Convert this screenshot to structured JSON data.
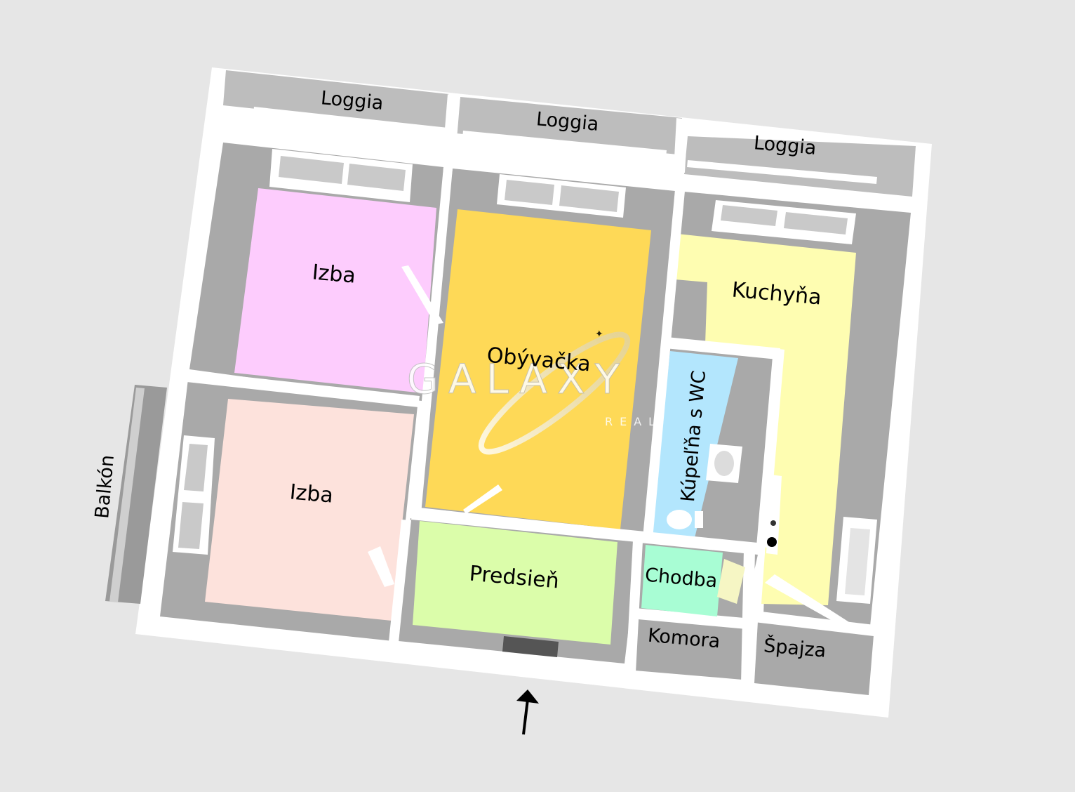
{
  "plan": {
    "rooms": [
      {
        "id": "izba-1",
        "label": "Izba",
        "color": "#fdccfd"
      },
      {
        "id": "izba-2",
        "label": "Izba",
        "color": "#fde2dc"
      },
      {
        "id": "obyvacka",
        "label": "Obývačka",
        "color": "#fed957"
      },
      {
        "id": "kuchyna",
        "label": "Kuchyňa",
        "color": "#fefdb1"
      },
      {
        "id": "kupelna",
        "label": "Kúpeľňa s WC",
        "color": "#b3e6fd"
      },
      {
        "id": "predsien",
        "label": "Predsieň",
        "color": "#dbfdaa"
      },
      {
        "id": "chodba",
        "label": "Chodba",
        "color": "#a8fdd4"
      }
    ],
    "outer_labels": {
      "loggia_1": "Loggia",
      "loggia_2": "Loggia",
      "loggia_3": "Loggia",
      "balkon": "Balkón",
      "komora": "Komora",
      "spajza": "Špajza"
    },
    "entrance_arrow_icon": "arrow-up-icon"
  },
  "watermark": {
    "brand": "GALAXY",
    "sub": "REAL"
  },
  "colors": {
    "background": "#e6e6e6",
    "wall": "#ffffff",
    "floor_shadow": "#a9a9a9"
  }
}
